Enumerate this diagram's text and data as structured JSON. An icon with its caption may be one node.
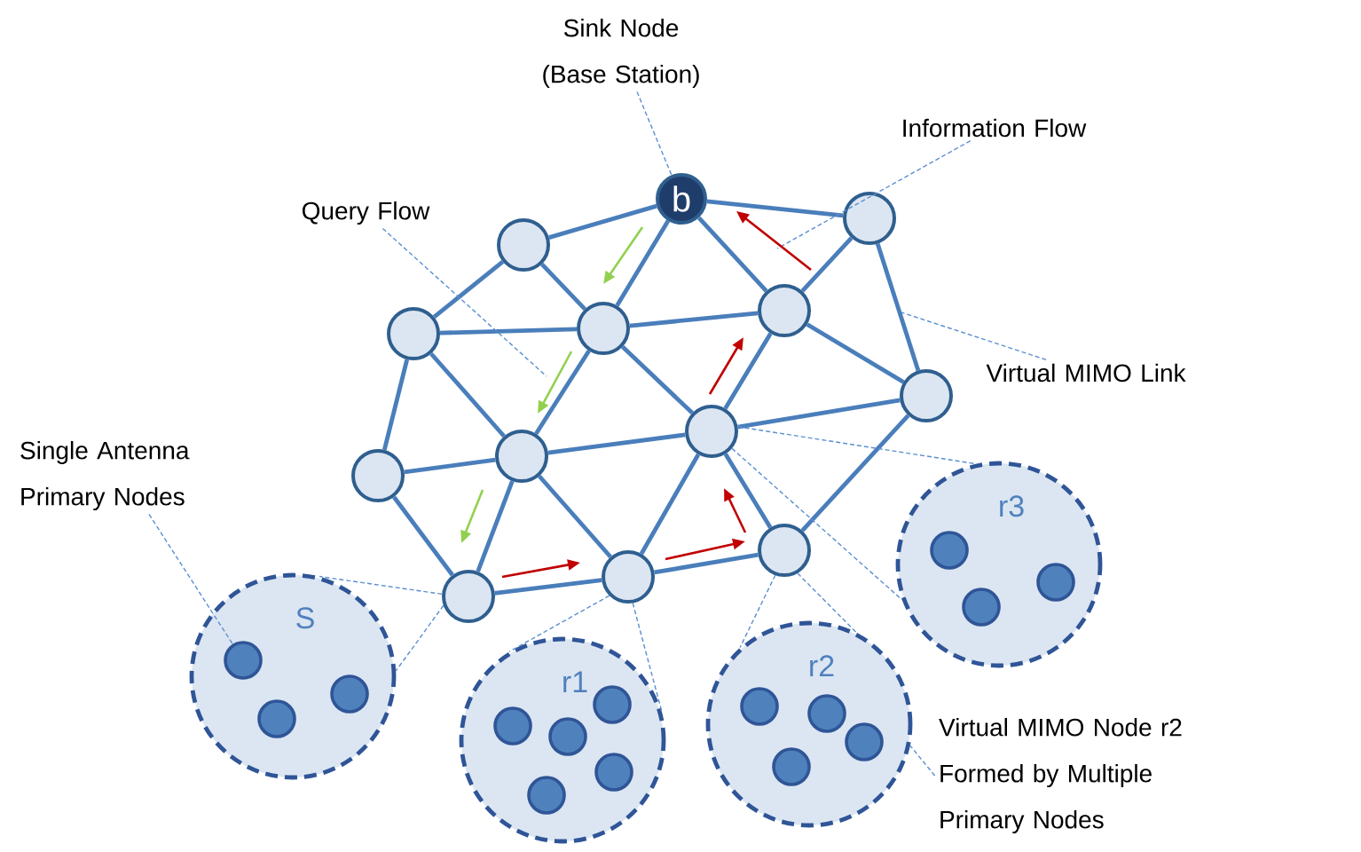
{
  "diagram": {
    "nodes": [
      {
        "text": [
          "Sink Node (Base Station)"
        ]
      },
      {
        "text": [
          "Information Flow"
        ]
      },
      {
        "text": [
          "Query Flow"
        ]
      },
      {
        "text": [
          "Virtual MIMO Link"
        ]
      },
      {
        "text": [
          "Single Antenna Primary Nodes"
        ]
      },
      {
        "text": [
          "Virtual MIMO Node r2 Formed by Multiple Primary Nodes"
        ]
      },
      {
        "text": [
          "b"
        ]
      },
      {
        "text": [],
        "shape": "circle"
      },
      {
        "text": [],
        "shape": "circle"
      },
      {
        "text": [],
        "shape": "circle"
      },
      {
        "text": [],
        "shape": "circle"
      },
      {
        "text": [],
        "shape": "circle"
      },
      {
        "text": [],
        "shape": "circle"
      },
      {
        "text": [],
        "shape": "circle"
      },
      {
        "text": [],
        "shape": "circle"
      },
      {
        "text": [],
        "shape": "circle"
      },
      {
        "text": [],
        "shape": "circle"
      },
      {
        "text": [],
        "shape": "circle"
      },
      {
        "text": [],
        "shape": "circle"
      },
      {
        "text": [
          "r3"
        ]
      },
      {
        "text": [
          "S"
        ]
      },
      {
        "text": [
          "r2"
        ]
      },
      {
        "text": [
          "r1"
        ]
      },
      {
        "text": [],
        "shape": "circle",
        "in": 20
      },
      {
        "text": [],
        "shape": "circle",
        "in": 20
      },
      {
        "text": [],
        "shape": "circle",
        "in": 20
      },
      {
        "text": [],
        "shape": "circle",
        "in": 22
      },
      {
        "text": [],
        "shape": "circle",
        "in": 22
      },
      {
        "text": [],
        "shape": "circle",
        "in": 22
      },
      {
        "text": [],
        "shape": "circle",
        "in": 22
      },
      {
        "text": [],
        "shape": "circle",
        "in": 22
      },
      {
        "text": [],
        "shape": "circle",
        "in": 21
      },
      {
        "text": [],
        "shape": "circle",
        "in": 21
      },
      {
        "text": [],
        "shape": "circle",
        "in": 21
      },
      {
        "text": [],
        "shape": "circle",
        "in": 21
      },
      {
        "text": [],
        "shape": "circle",
        "in": 19
      },
      {
        "text": [],
        "shape": "circle",
        "in": 19
      },
      {
        "text": [],
        "shape": "circle",
        "in": 19
      }
    ],
    "edges": [
      {
        "from": 8,
        "to": 6,
        "arrow": "none"
      },
      {
        "from": 6,
        "to": 7,
        "arrow": "none"
      },
      {
        "from": 6,
        "to": 10,
        "arrow": "none"
      },
      {
        "from": 6,
        "to": 9,
        "arrow": "none"
      },
      {
        "from": 8,
        "to": 11,
        "arrow": "none"
      },
      {
        "from": 8,
        "to": 10,
        "arrow": "none"
      },
      {
        "from": 11,
        "to": 10,
        "arrow": "none"
      },
      {
        "from": 10,
        "to": 9,
        "arrow": "none"
      },
      {
        "from": 9,
        "to": 7,
        "arrow": "none"
      },
      {
        "from": 7,
        "to": 12,
        "arrow": "none"
      },
      {
        "from": 9,
        "to": 12,
        "arrow": "none"
      },
      {
        "from": 11,
        "to": 14,
        "arrow": "none"
      },
      {
        "from": 10,
        "to": 14,
        "arrow": "none"
      },
      {
        "from": 10,
        "to": 13,
        "arrow": "none"
      },
      {
        "from": 9,
        "to": 13,
        "arrow": "none"
      },
      {
        "from": 13,
        "to": 12,
        "arrow": "none"
      },
      {
        "from": 14,
        "to": 13,
        "arrow": "none"
      },
      {
        "from": 11,
        "to": 15,
        "arrow": "none"
      },
      {
        "from": 15,
        "to": 14,
        "arrow": "none"
      },
      {
        "from": 15,
        "to": 18,
        "arrow": "none"
      },
      {
        "from": 14,
        "to": 18,
        "arrow": "none"
      },
      {
        "from": 14,
        "to": 17,
        "arrow": "none"
      },
      {
        "from": 18,
        "to": 17,
        "arrow": "none"
      },
      {
        "from": 17,
        "to": 13,
        "arrow": "none"
      },
      {
        "from": 17,
        "to": 16,
        "arrow": "none"
      },
      {
        "from": 13,
        "to": 16,
        "arrow": "none"
      },
      {
        "from": 16,
        "to": 12,
        "arrow": "none"
      },
      {
        "from": 18,
        "to": 20,
        "arrow": "none",
        "style": "dashed"
      },
      {
        "from": 18,
        "to": 20,
        "arrow": "none",
        "style": "dashed"
      },
      {
        "from": 17,
        "to": 22,
        "arrow": "none",
        "style": "dashed"
      },
      {
        "from": 17,
        "to": 22,
        "arrow": "none",
        "style": "dashed"
      },
      {
        "from": 16,
        "to": 21,
        "arrow": "none",
        "style": "dashed"
      },
      {
        "from": 16,
        "to": 21,
        "arrow": "none",
        "style": "dashed"
      },
      {
        "from": 13,
        "to": 19,
        "arrow": "none",
        "style": "dashed"
      },
      {
        "from": 13,
        "to": 19,
        "arrow": "none",
        "style": "dashed"
      },
      {
        "from": 0,
        "to": 6,
        "arrow": "none",
        "style": "dashed"
      },
      {
        "from": 1,
        "to": null,
        "arrow": "none",
        "style": "dashed"
      },
      {
        "from": 2,
        "to": null,
        "arrow": "none",
        "style": "dashed"
      },
      {
        "from": 3,
        "to": null,
        "arrow": "none",
        "style": "dashed"
      },
      {
        "from": 4,
        "to": 23,
        "arrow": "none",
        "style": "dashed"
      },
      {
        "from": 5,
        "to": 21,
        "arrow": "none",
        "style": "dashed"
      }
    ]
  }
}
